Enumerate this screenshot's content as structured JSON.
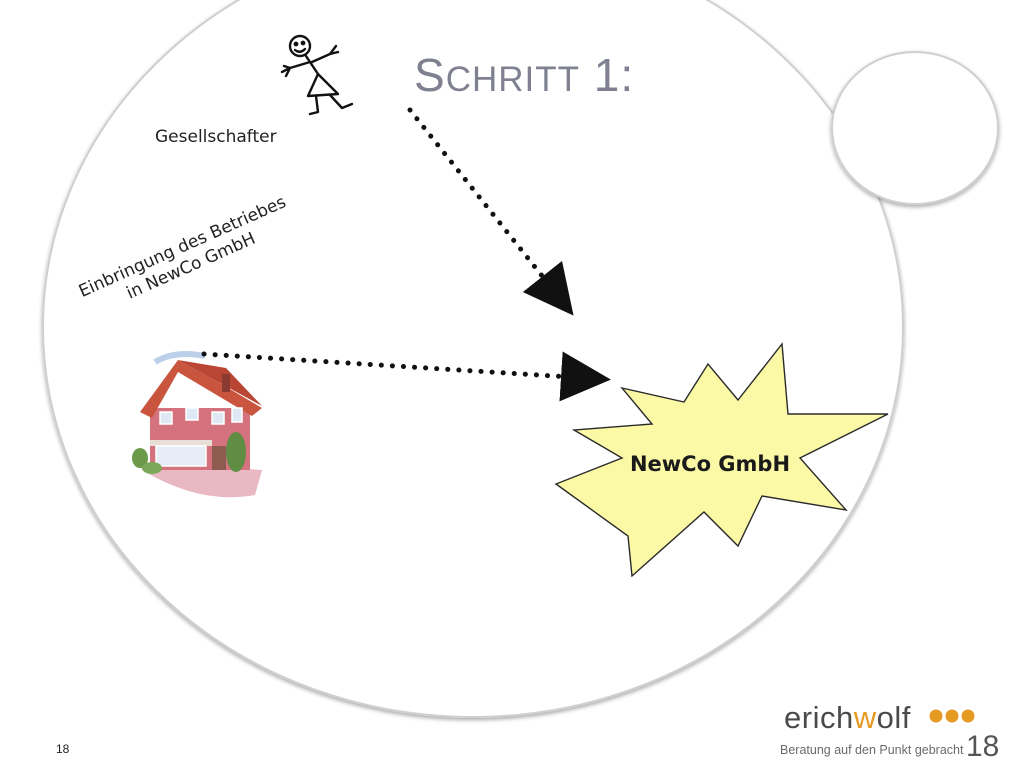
{
  "slide": {
    "title_first": "S",
    "title_rest": "CHRITT",
    "title_num": "1:",
    "gesellschafter_label": "Gesellschafter",
    "einbringung_line1": "Einbringung des Betriebes",
    "einbringung_line2": "in NewCo GmbH",
    "newco_label": "NewCo GmbH",
    "page_number_left": "18",
    "page_number_right": "18"
  },
  "logo": {
    "text_erich": "erich",
    "text_w": "w",
    "text_olf": "olf",
    "tagline": "Beratung auf den Punkt gebracht",
    "dot_color": "#e69a22"
  },
  "icons": {
    "person": "stick-figure-icon",
    "house": "house-illustration",
    "burst": "starburst-shape"
  },
  "colors": {
    "burst_fill": "#fbf8a6",
    "circle_stroke": "#cfcfcf",
    "title": "#7f8190"
  }
}
